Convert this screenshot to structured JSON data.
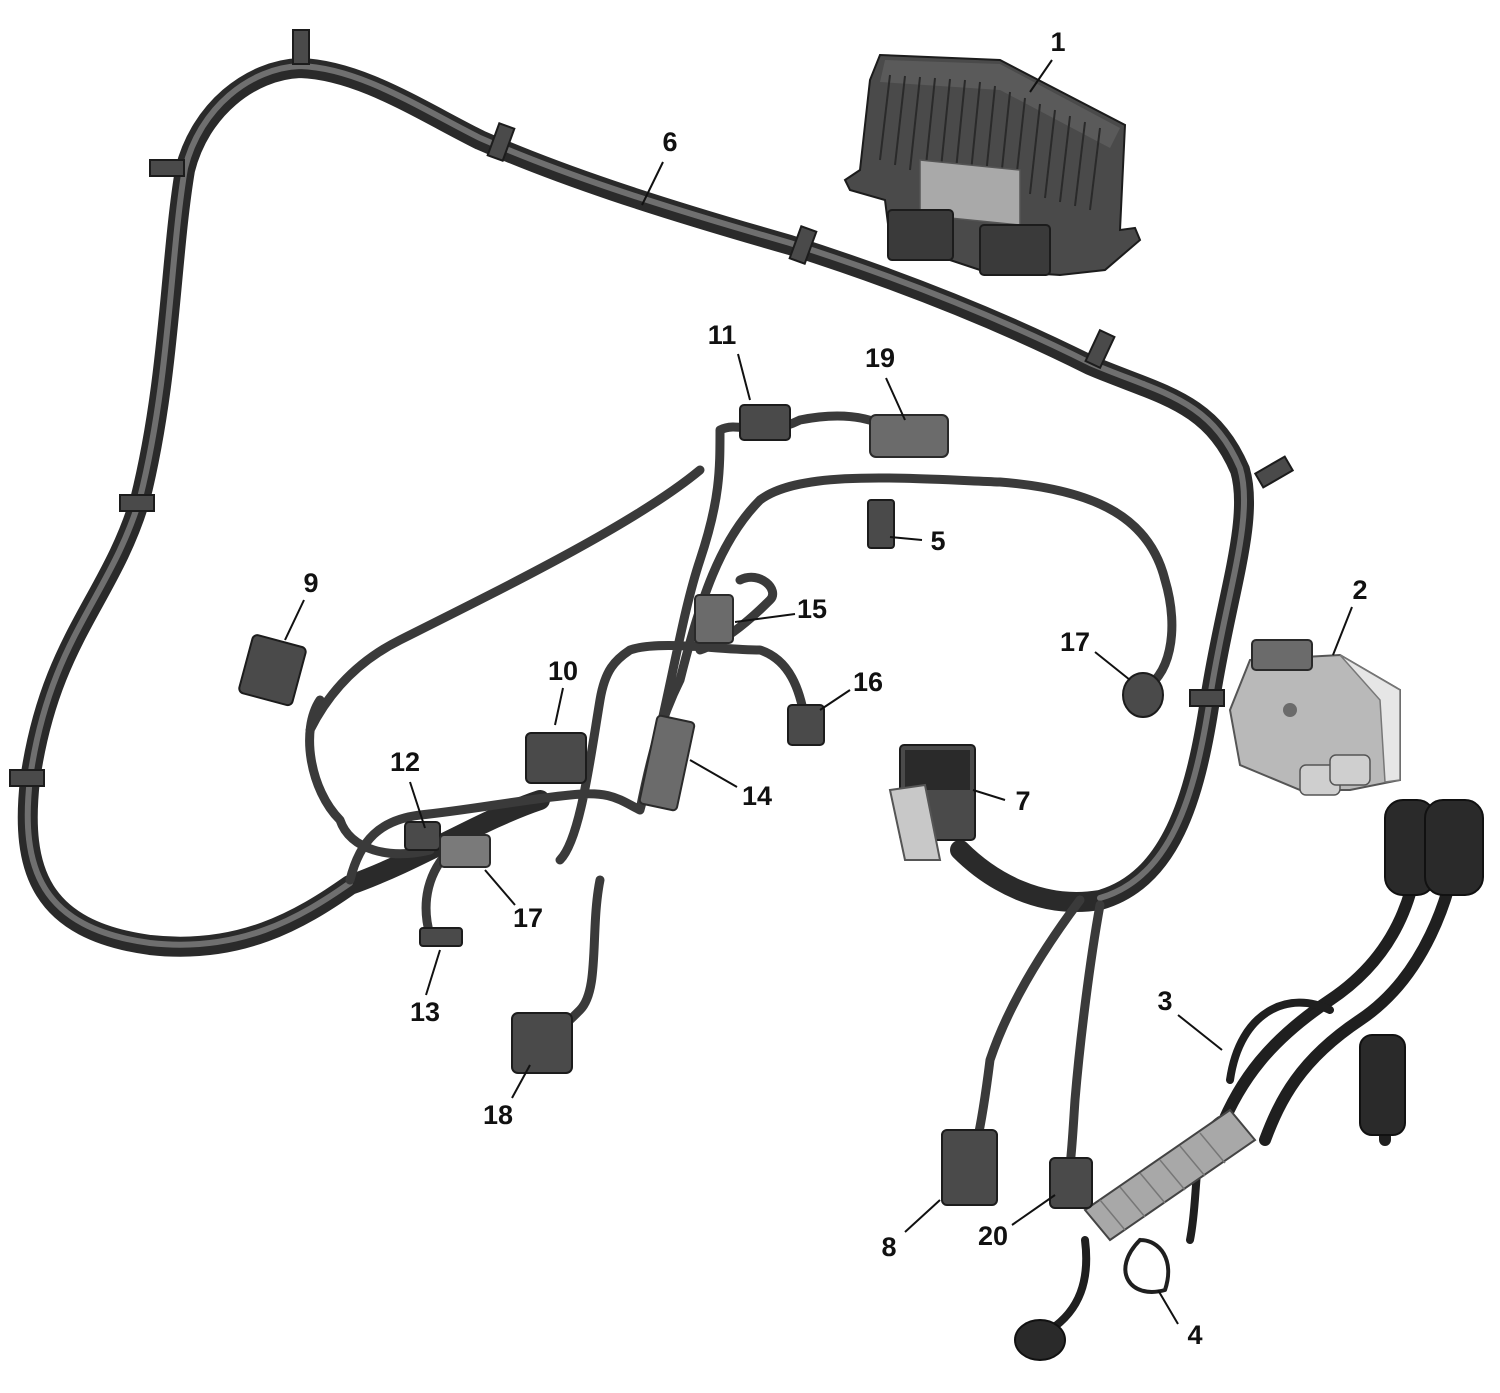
{
  "callouts": {
    "c1": "1",
    "c2": "2",
    "c3": "3",
    "c4": "4",
    "c5": "5",
    "c6": "6",
    "c7": "7",
    "c8": "8",
    "c9": "9",
    "c10": "10",
    "c11": "11",
    "c12": "12",
    "c13": "13",
    "c14": "14",
    "c15": "15",
    "c16": "16",
    "c17a": "17",
    "c17b": "17",
    "c18": "18",
    "c19": "19",
    "c20": "20"
  },
  "colors": {
    "harness": "#3f3f3f",
    "harness_highlight": "#7a7a7a",
    "connector": "#4a4a4a",
    "module_light": "#b9b9b9",
    "callout_text": "#111111"
  }
}
